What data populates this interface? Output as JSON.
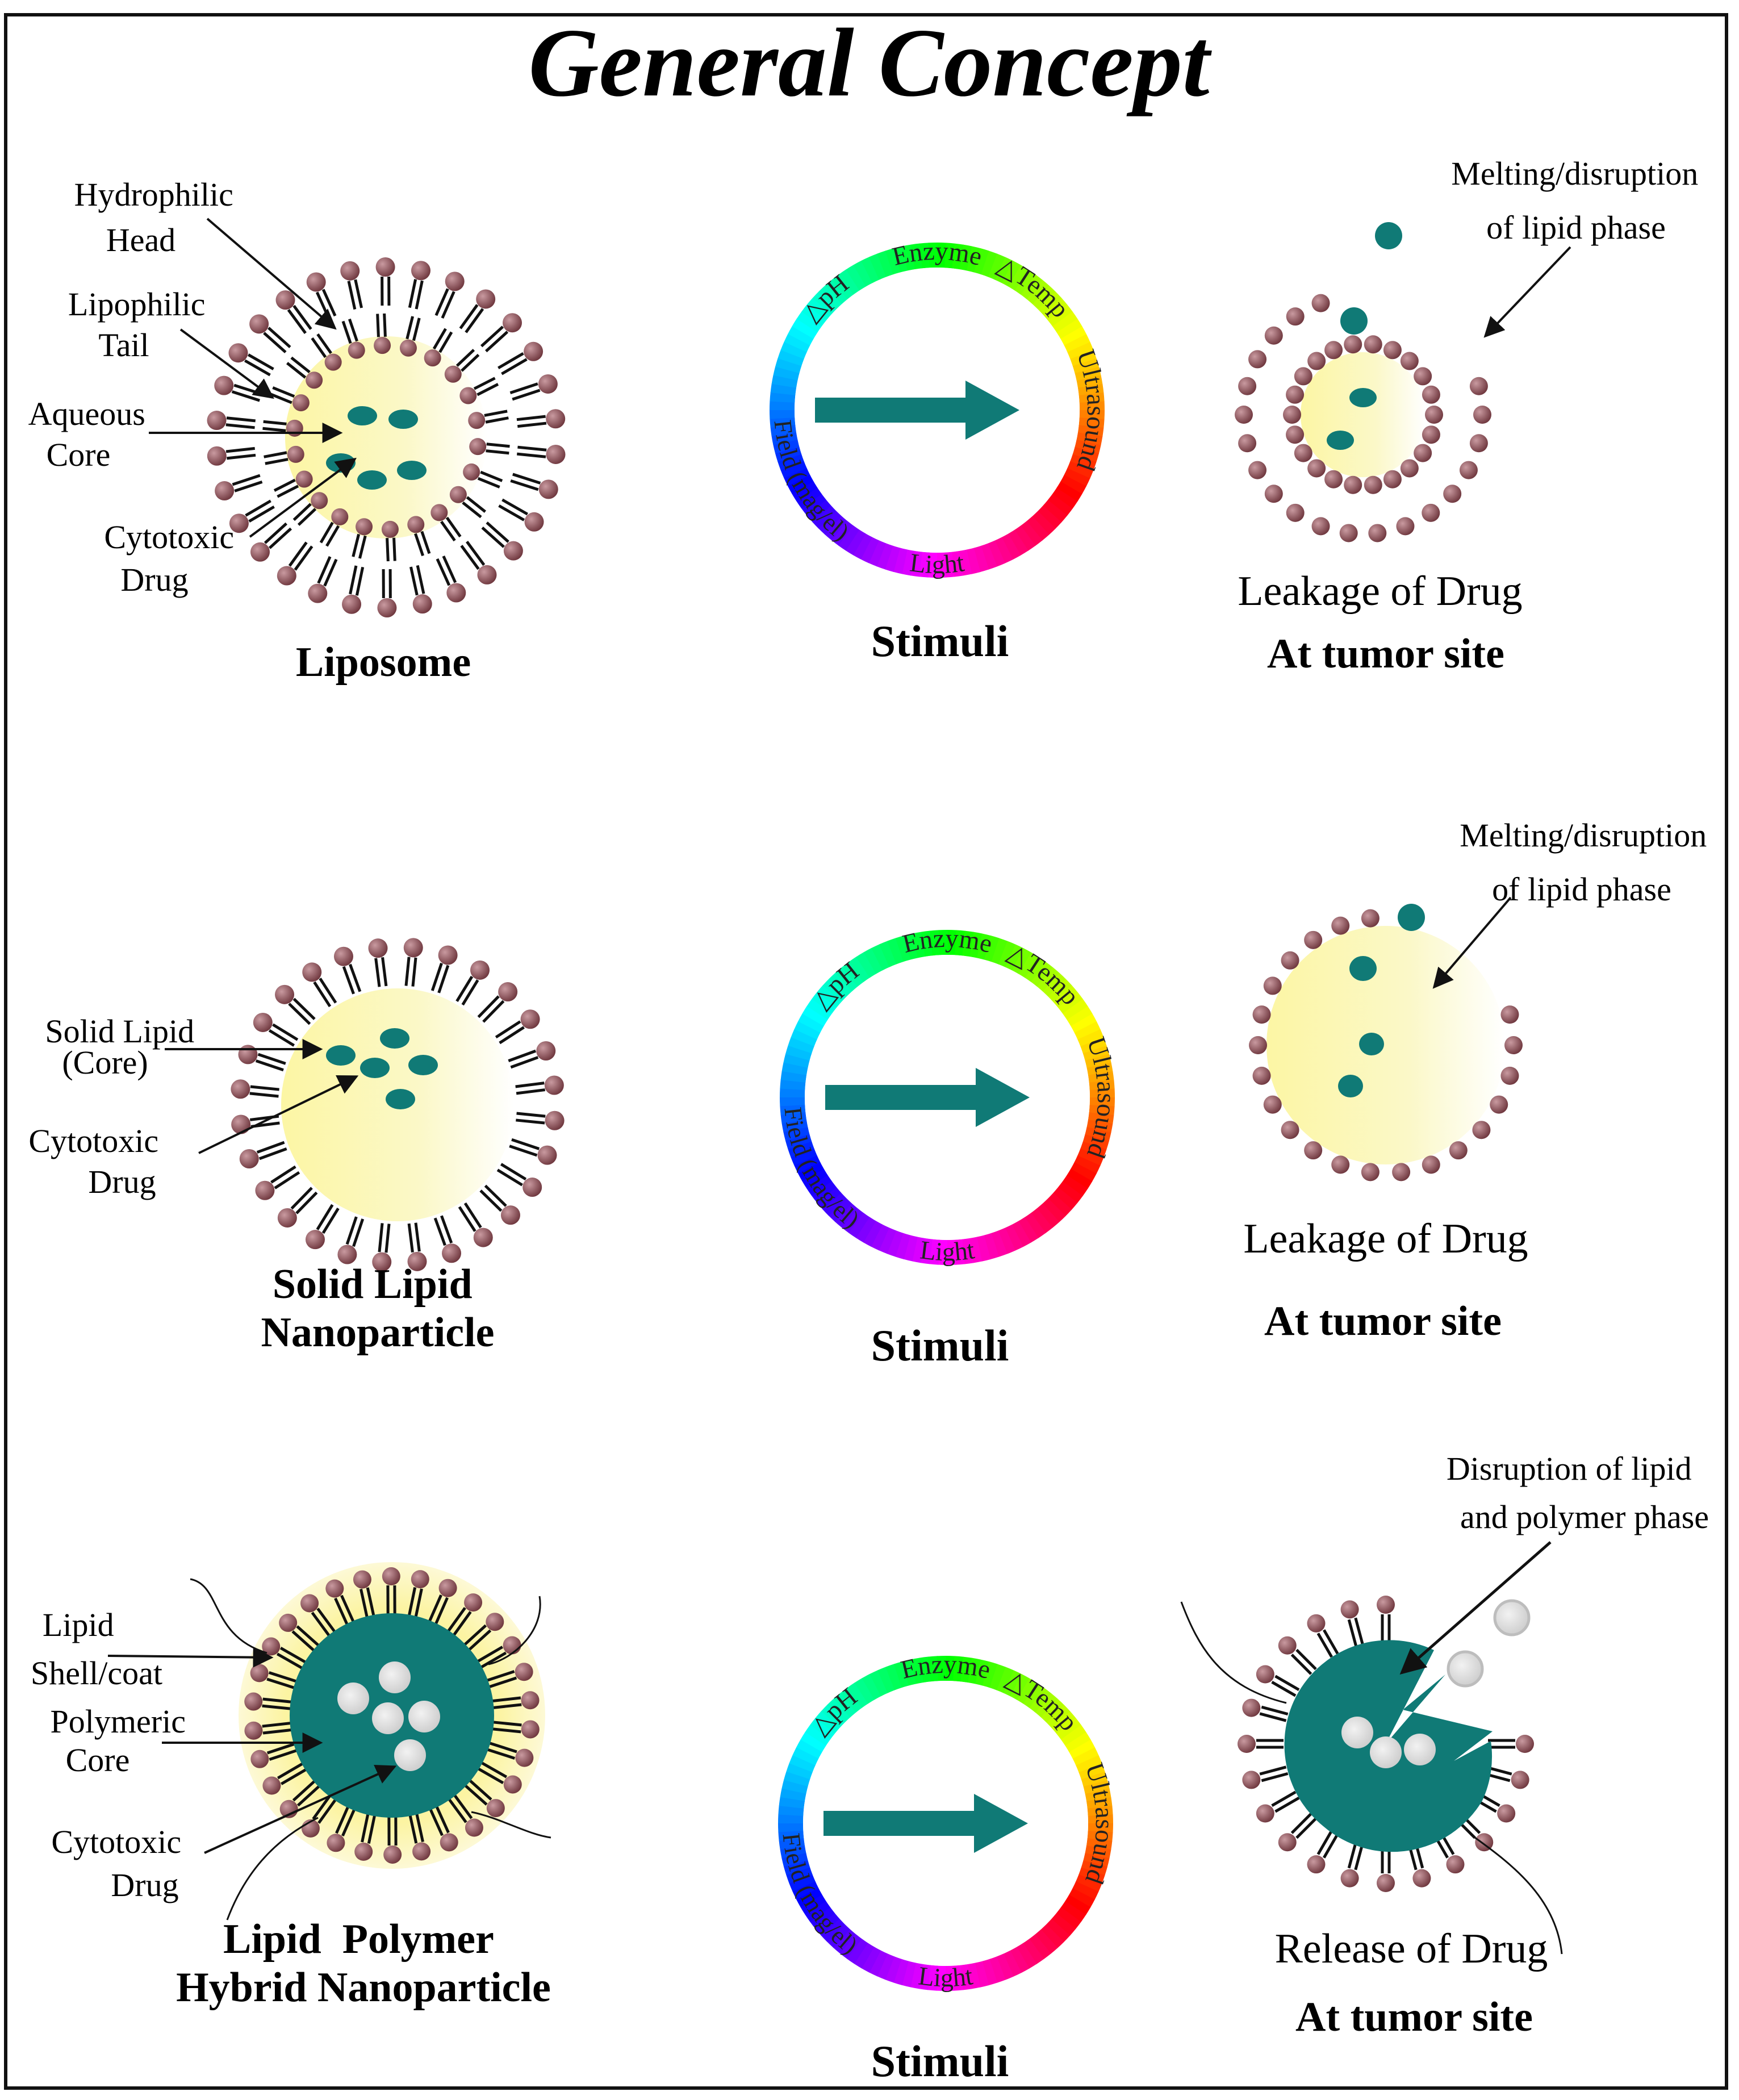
{
  "title": "General Concept",
  "colors": {
    "drug_teal": "#107a76",
    "core_yellow": "#fbf7b6",
    "lipid_head": "#8e4f56",
    "drug_grey": "#dcdcdc",
    "border": "#111111"
  },
  "stimuli_wheel": {
    "labels": {
      "enzyme": "Enzyme",
      "temp": "△Temp",
      "ultrasound": "Ultrasound",
      "light": "Light",
      "field": "Field (mag/el)",
      "ph": "△pH"
    },
    "caption": "Stimuli"
  },
  "rows": [
    {
      "carrier": {
        "name_lines": [
          "Liposome"
        ],
        "callouts": [
          {
            "lines": [
              "Hydrophilic",
              "Head"
            ]
          },
          {
            "lines": [
              "Lipophilic",
              "Tail"
            ]
          },
          {
            "lines": [
              "Aqueous",
              "Core"
            ]
          },
          {
            "lines": [
              "Cytotoxic",
              "Drug"
            ]
          }
        ]
      },
      "result": {
        "annotation_lines": [
          "Melting/disruption",
          "of lipid phase"
        ],
        "caption_lines": [
          "Leakage of Drug",
          "At tumor site"
        ]
      }
    },
    {
      "carrier": {
        "name_lines": [
          "Solid Lipid",
          "Nanoparticle"
        ],
        "callouts": [
          {
            "lines": [
              "Solid Lipid",
              "(Core)"
            ]
          },
          {
            "lines": [
              "Cytotoxic",
              "Drug"
            ]
          }
        ]
      },
      "result": {
        "annotation_lines": [
          "Melting/disruption",
          "of lipid phase"
        ],
        "caption_lines": [
          "Leakage of Drug",
          "At tumor site"
        ]
      }
    },
    {
      "carrier": {
        "name_lines": [
          "Lipid  Polymer",
          "Hybrid Nanoparticle"
        ],
        "callouts": [
          {
            "lines": [
              "Lipid",
              "Shell/coat"
            ]
          },
          {
            "lines": [
              "Polymeric",
              "Core"
            ]
          },
          {
            "lines": [
              "Cytotoxic",
              "Drug"
            ]
          }
        ]
      },
      "result": {
        "annotation_lines": [
          "Disruption of lipid",
          "and polymer phase"
        ],
        "caption_lines": [
          "Release of Drug",
          "At tumor site"
        ]
      }
    }
  ]
}
